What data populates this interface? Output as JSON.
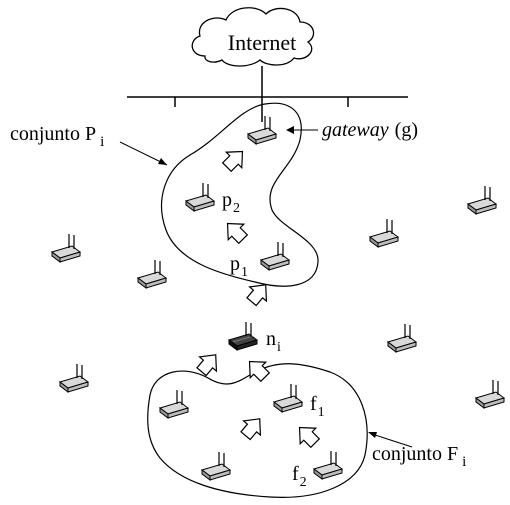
{
  "diagram": {
    "cloud_label": "Internet",
    "set_p_label": "conjunto P",
    "set_p_sub": "i",
    "gateway_label": "gateway",
    "gateway_abbrev": "(g)",
    "node_p2": "p",
    "node_p2_sub": "2",
    "node_p1": "p",
    "node_p1_sub": "1",
    "node_n": "n",
    "node_n_sub": "i",
    "node_f1": "f",
    "node_f1_sub": "1",
    "node_f2": "f",
    "node_f2_sub": "2",
    "set_f_label": "conjunto F",
    "set_f_sub": "i"
  },
  "colors": {
    "router_normal": "#b8b8b8",
    "router_highlight": "#333333",
    "stroke": "#000000"
  }
}
